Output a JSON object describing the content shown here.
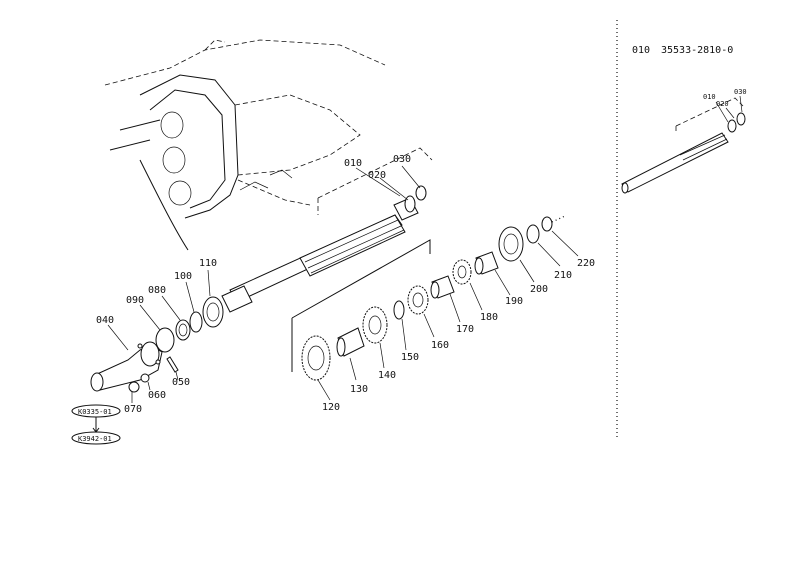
{
  "header": {
    "ref_code": "010",
    "part_number": "35533-2810-0"
  },
  "inset": {
    "labels": [
      "010",
      "020",
      "030"
    ]
  },
  "callouts": {
    "p010": "010",
    "p020": "020",
    "p030": "030",
    "p040": "040",
    "p050": "050",
    "p060": "060",
    "p070": "070",
    "p080": "080",
    "p090": "090",
    "p100": "100",
    "p110": "110",
    "p120": "120",
    "p130": "130",
    "p140": "140",
    "p150": "150",
    "p160": "160",
    "p170": "170",
    "p180": "180",
    "p190": "190",
    "p200": "200",
    "p210": "210",
    "p220": "220"
  },
  "references": {
    "ref1": "K0335-01",
    "ref2": "K3942-01"
  }
}
